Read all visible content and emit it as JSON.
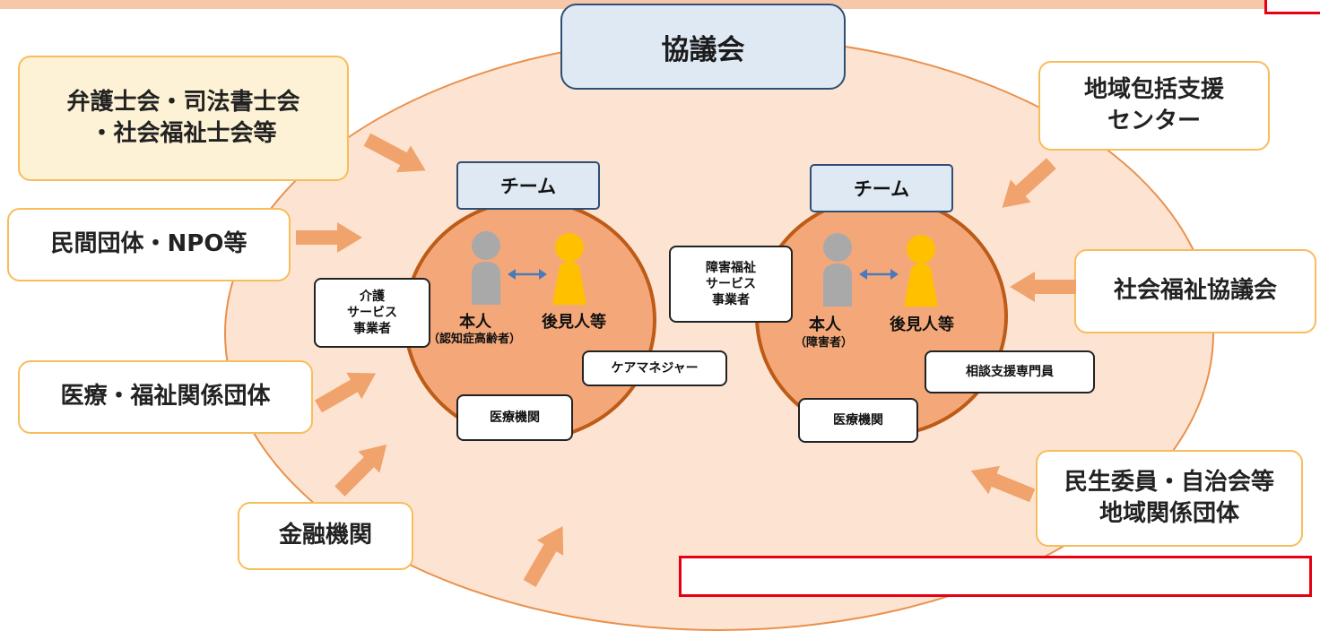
{
  "council": "協議会",
  "team_label": "チーム",
  "left_team": {
    "person": "本人",
    "person_note": "（認知症高齢者）",
    "guardian": "後見人等",
    "care_service": "介護\nサービス\n事業者",
    "care_manager": "ケアマネジャー",
    "medical": "医療機関"
  },
  "right_team": {
    "person": "本人",
    "person_note": "（障害者）",
    "guardian": "後見人等",
    "disability_service": "障害福祉\nサービス\n事業者",
    "consultant": "相談支援専門員",
    "medical": "医療機関"
  },
  "left_orgs": {
    "lawyers": "弁護士会・司法書士会\n・社会福祉士会等",
    "npo": "民間団体・NPO等",
    "medical_welfare": "医療・福祉関係団体",
    "finance": "金融機関"
  },
  "right_orgs": {
    "regional_center": "地域包括支援\nセンター",
    "social_welfare": "社会福祉協議会",
    "community": "民生委員・自治会等\n地域関係団体"
  },
  "colors": {
    "outer_fill": "#fde4d2",
    "team_circle": "#f4a879",
    "arrow": "#f0a36c",
    "person": "#a9a9a9",
    "guardian": "#ffc000"
  }
}
